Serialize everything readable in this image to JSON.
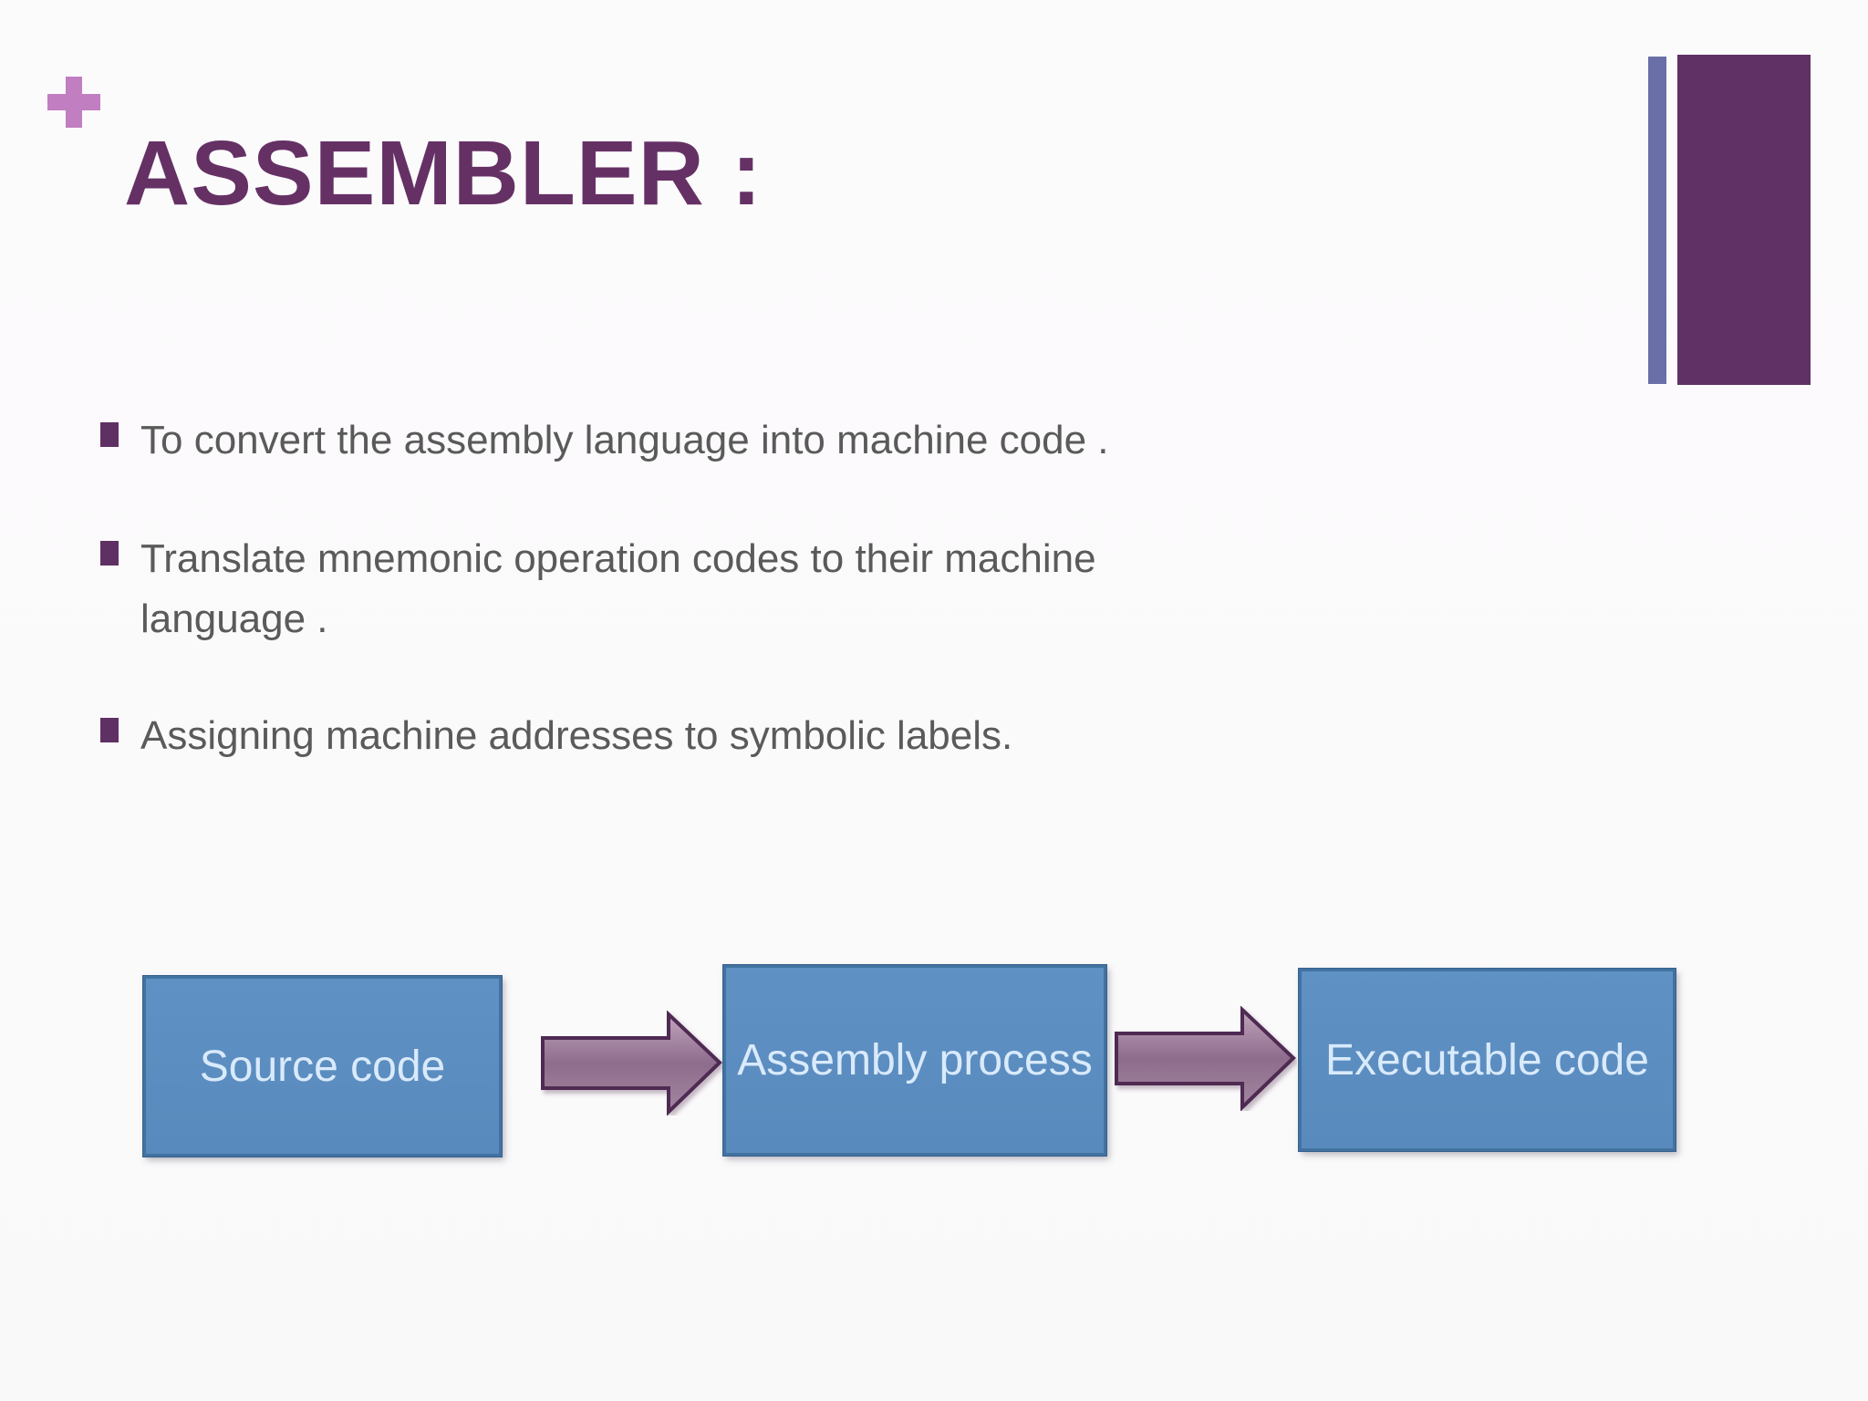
{
  "slide": {
    "title": "ASSEMBLER :",
    "bullets": [
      "To convert the assembly language into machine code .",
      "Translate mnemonic operation codes to their machine language .",
      "Assigning machine addresses to symbolic labels."
    ],
    "diagram": {
      "nodes": [
        {
          "label": "Source code"
        },
        {
          "label": "Assembly process"
        },
        {
          "label": "Executable code"
        }
      ],
      "arrows": [
        {
          "from": "Source code",
          "to": "Assembly process"
        },
        {
          "from": "Assembly process",
          "to": "Executable code"
        }
      ]
    },
    "icons": {
      "plus-icon": "+",
      "flow-arrow-icon": "→"
    },
    "colors": {
      "title_text": "#653165",
      "plus_icon": "#c17ec1",
      "accent_bar_thin": "#6a70a7",
      "accent_bar_wide": "#5f3164",
      "bullet_marker": "#5f3063",
      "body_text": "#5a5a5a",
      "box_fill": "#5b8dc0",
      "box_border": "#4272a0",
      "box_text": "#d9eafb",
      "arrow_fill_light": "#c0a5bd",
      "arrow_fill_dark": "#8e6c8c",
      "arrow_border": "#4f2a52",
      "background": "#fbfafb"
    }
  }
}
